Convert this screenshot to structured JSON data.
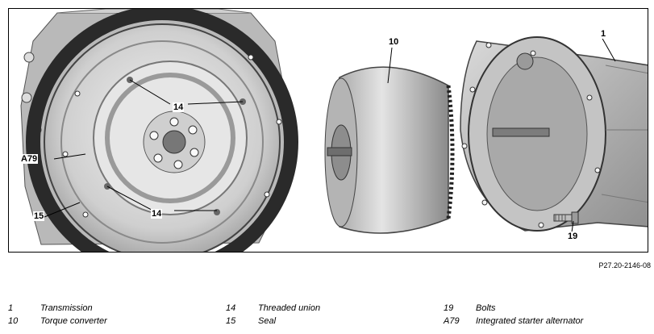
{
  "figure_code": "P27.20-2146-08",
  "callouts": {
    "c1": "1",
    "c10": "10",
    "c14a": "14",
    "c14b": "14",
    "c19": "19",
    "cA79": "A79",
    "c15": "15"
  },
  "legend": [
    {
      "num": "1",
      "text": "Transmission"
    },
    {
      "num": "10",
      "text": "Torque converter"
    },
    {
      "num": "14",
      "text": "Threaded union"
    },
    {
      "num": "15",
      "text": "Seal"
    },
    {
      "num": "19",
      "text": "Bolts"
    },
    {
      "num": "A79",
      "text": "Integrated starter alternator"
    }
  ]
}
